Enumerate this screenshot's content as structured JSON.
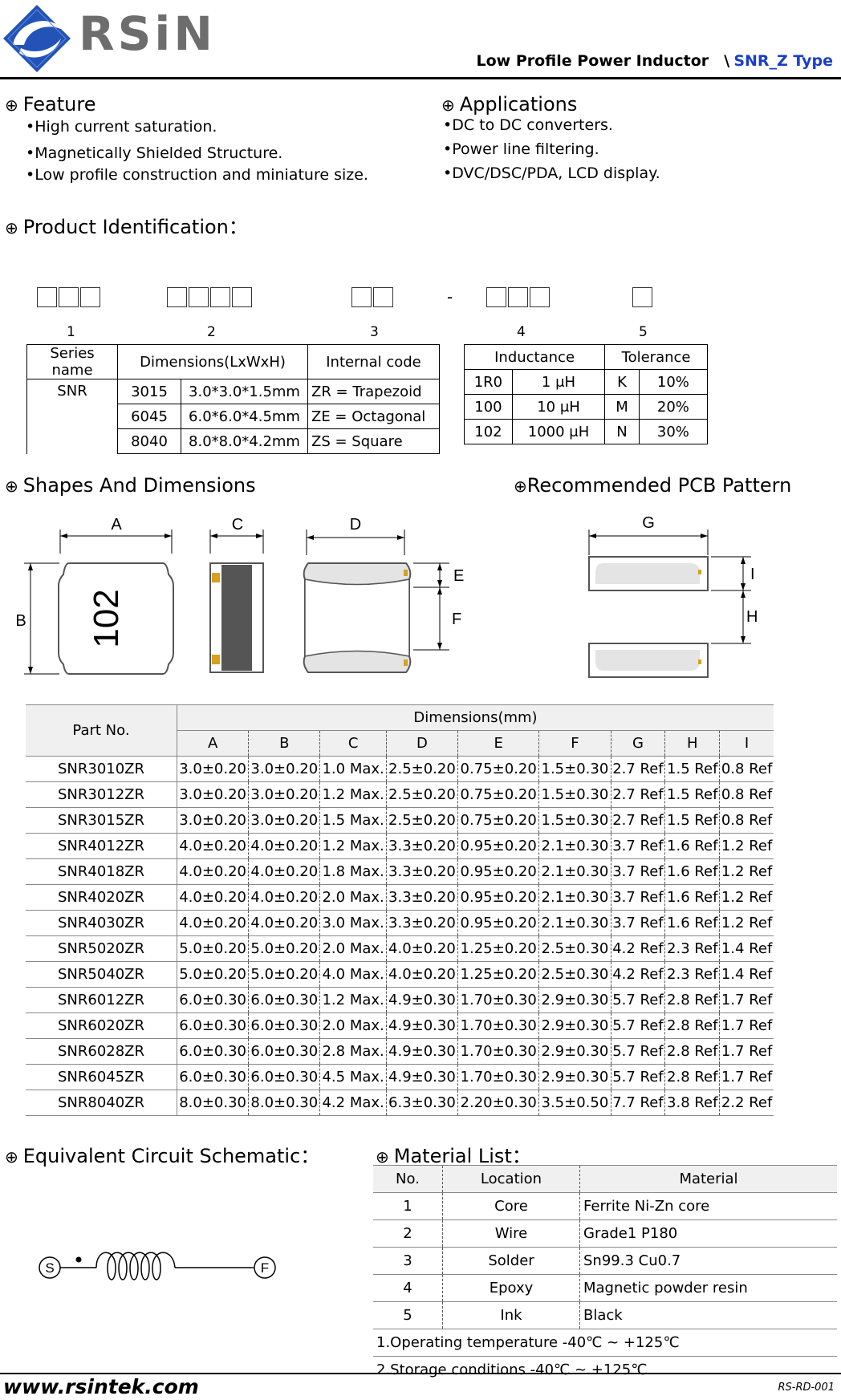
{
  "header": {
    "brand": "RSiN",
    "title": "Low Profile Power Inductor",
    "separator": "\\",
    "type": "SNR_Z Type"
  },
  "feature": {
    "heading": "Feature",
    "items": [
      "•High current saturation.",
      "•Magnetically Shielded Structure.",
      "•Low profile construction and miniature size."
    ]
  },
  "applications": {
    "heading": "Applications",
    "items": [
      "•DC to DC converters.",
      "•Power line filtering.",
      "•DVC/DSC/PDA, LCD display."
    ]
  },
  "identification": {
    "heading": "Product Identification：",
    "dash": "-",
    "numbers": [
      "1",
      "2",
      "3",
      "4",
      "5"
    ],
    "series_header": "Series name",
    "series_value": "SNR",
    "dim_header": "Dimensions(LxWxH)",
    "dims": [
      [
        "3015",
        "3.0*3.0*1.5mm"
      ],
      [
        "6045",
        "6.0*6.0*4.5mm"
      ],
      [
        "8040",
        "8.0*8.0*4.2mm"
      ]
    ],
    "code_header": "Internal code",
    "codes": [
      "ZR = Trapezoid",
      "ZE = Octagonal",
      "ZS = Square"
    ],
    "ind_header": "Inductance",
    "inds": [
      [
        "1R0",
        "1 μH"
      ],
      [
        "100",
        "10 μH"
      ],
      [
        "102",
        "1000 μH"
      ]
    ],
    "tol_header": "Tolerance",
    "tols": [
      [
        "K",
        "10%"
      ],
      [
        "M",
        "20%"
      ],
      [
        "N",
        "30%"
      ]
    ]
  },
  "shapes": {
    "heading": "Shapes And Dimensions",
    "pcb_heading": "Recommended PCB Pattern",
    "marking": "102",
    "labels": {
      "A": "A",
      "B": "B",
      "C": "C",
      "D": "D",
      "E": "E",
      "F": "F",
      "G": "G",
      "H": "H",
      "I": "I"
    }
  },
  "dim_table": {
    "part_header": "Part No.",
    "dim_header": "Dimensions(mm)",
    "cols": [
      "A",
      "B",
      "C",
      "D",
      "E",
      "F",
      "G",
      "H",
      "I"
    ],
    "rows": [
      [
        "SNR3010ZR",
        "3.0±0.20",
        "3.0±0.20",
        "1.0 Max.",
        "2.5±0.20",
        "0.75±0.20",
        "1.5±0.30",
        "2.7 Ref",
        "1.5 Ref",
        "0.8 Ref"
      ],
      [
        "SNR3012ZR",
        "3.0±0.20",
        "3.0±0.20",
        "1.2 Max.",
        "2.5±0.20",
        "0.75±0.20",
        "1.5±0.30",
        "2.7 Ref",
        "1.5 Ref",
        "0.8 Ref"
      ],
      [
        "SNR3015ZR",
        "3.0±0.20",
        "3.0±0.20",
        "1.5 Max.",
        "2.5±0.20",
        "0.75±0.20",
        "1.5±0.30",
        "2.7 Ref",
        "1.5 Ref",
        "0.8 Ref"
      ],
      [
        "SNR4012ZR",
        "4.0±0.20",
        "4.0±0.20",
        "1.2 Max.",
        "3.3±0.20",
        "0.95±0.20",
        "2.1±0.30",
        "3.7 Ref",
        "1.6 Ref",
        "1.2 Ref"
      ],
      [
        "SNR4018ZR",
        "4.0±0.20",
        "4.0±0.20",
        "1.8 Max.",
        "3.3±0.20",
        "0.95±0.20",
        "2.1±0.30",
        "3.7 Ref",
        "1.6 Ref",
        "1.2 Ref"
      ],
      [
        "SNR4020ZR",
        "4.0±0.20",
        "4.0±0.20",
        "2.0 Max.",
        "3.3±0.20",
        "0.95±0.20",
        "2.1±0.30",
        "3.7 Ref",
        "1.6 Ref",
        "1.2 Ref"
      ],
      [
        "SNR4030ZR",
        "4.0±0.20",
        "4.0±0.20",
        "3.0 Max.",
        "3.3±0.20",
        "0.95±0.20",
        "2.1±0.30",
        "3.7 Ref",
        "1.6 Ref",
        "1.2 Ref"
      ],
      [
        "SNR5020ZR",
        "5.0±0.20",
        "5.0±0.20",
        "2.0 Max.",
        "4.0±0.20",
        "1.25±0.20",
        "2.5±0.30",
        "4.2 Ref",
        "2.3 Ref",
        "1.4 Ref"
      ],
      [
        "SNR5040ZR",
        "5.0±0.20",
        "5.0±0.20",
        "4.0 Max.",
        "4.0±0.20",
        "1.25±0.20",
        "2.5±0.30",
        "4.2 Ref",
        "2.3 Ref",
        "1.4 Ref"
      ],
      [
        "SNR6012ZR",
        "6.0±0.30",
        "6.0±0.30",
        "1.2 Max.",
        "4.9±0.30",
        "1.70±0.30",
        "2.9±0.30",
        "5.7 Ref",
        "2.8 Ref",
        "1.7 Ref"
      ],
      [
        "SNR6020ZR",
        "6.0±0.30",
        "6.0±0.30",
        "2.0 Max.",
        "4.9±0.30",
        "1.70±0.30",
        "2.9±0.30",
        "5.7 Ref",
        "2.8 Ref",
        "1.7 Ref"
      ],
      [
        "SNR6028ZR",
        "6.0±0.30",
        "6.0±0.30",
        "2.8 Max.",
        "4.9±0.30",
        "1.70±0.30",
        "2.9±0.30",
        "5.7 Ref",
        "2.8 Ref",
        "1.7 Ref"
      ],
      [
        "SNR6045ZR",
        "6.0±0.30",
        "6.0±0.30",
        "4.5 Max.",
        "4.9±0.30",
        "1.70±0.30",
        "2.9±0.30",
        "5.7 Ref",
        "2.8 Ref",
        "1.7 Ref"
      ],
      [
        "SNR8040ZR",
        "8.0±0.30",
        "8.0±0.30",
        "4.2 Max.",
        "6.3±0.30",
        "2.20±0.30",
        "3.5±0.50",
        "7.7 Ref",
        "3.8 Ref",
        "2.2 Ref"
      ]
    ]
  },
  "circuit": {
    "heading": "Equivalent Circuit Schematic：",
    "start": "S",
    "finish": "F"
  },
  "material": {
    "heading": "Material List：",
    "headers": [
      "No.",
      "Location",
      "Material"
    ],
    "rows": [
      [
        "1",
        "Core",
        "Ferrite Ni-Zn core"
      ],
      [
        "2",
        "Wire",
        "Grade1 P180"
      ],
      [
        "3",
        "Solder",
        "Sn99.3 Cu0.7"
      ],
      [
        "4",
        "Epoxy",
        "Magnetic powder resin"
      ],
      [
        "5",
        "Ink",
        "Black"
      ]
    ],
    "notes": [
      "1.Operating temperature -40℃ ~ +125℃",
      "2.Storage conditions -40℃ ~ +125℃"
    ]
  },
  "footer": {
    "url": "www.rsintek.com",
    "doc": "RS-RD-001"
  }
}
